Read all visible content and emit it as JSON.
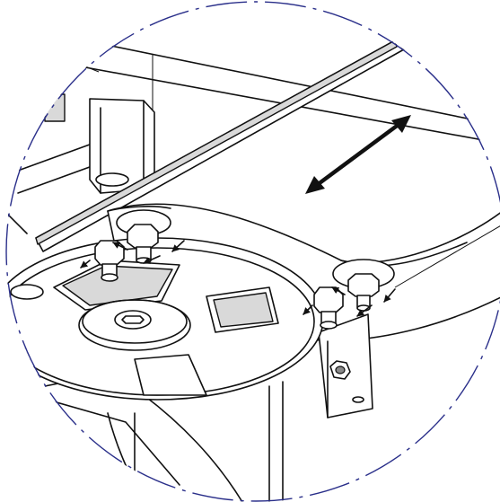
{
  "diagram": {
    "kind": "detail-view",
    "frame": "dashed-circle",
    "frame_color": "#2a2f8a",
    "line_color": "#111111",
    "shade_color": "#d9d9d9",
    "adjust_arrow": "double-headed",
    "nut_arrows": 8
  }
}
